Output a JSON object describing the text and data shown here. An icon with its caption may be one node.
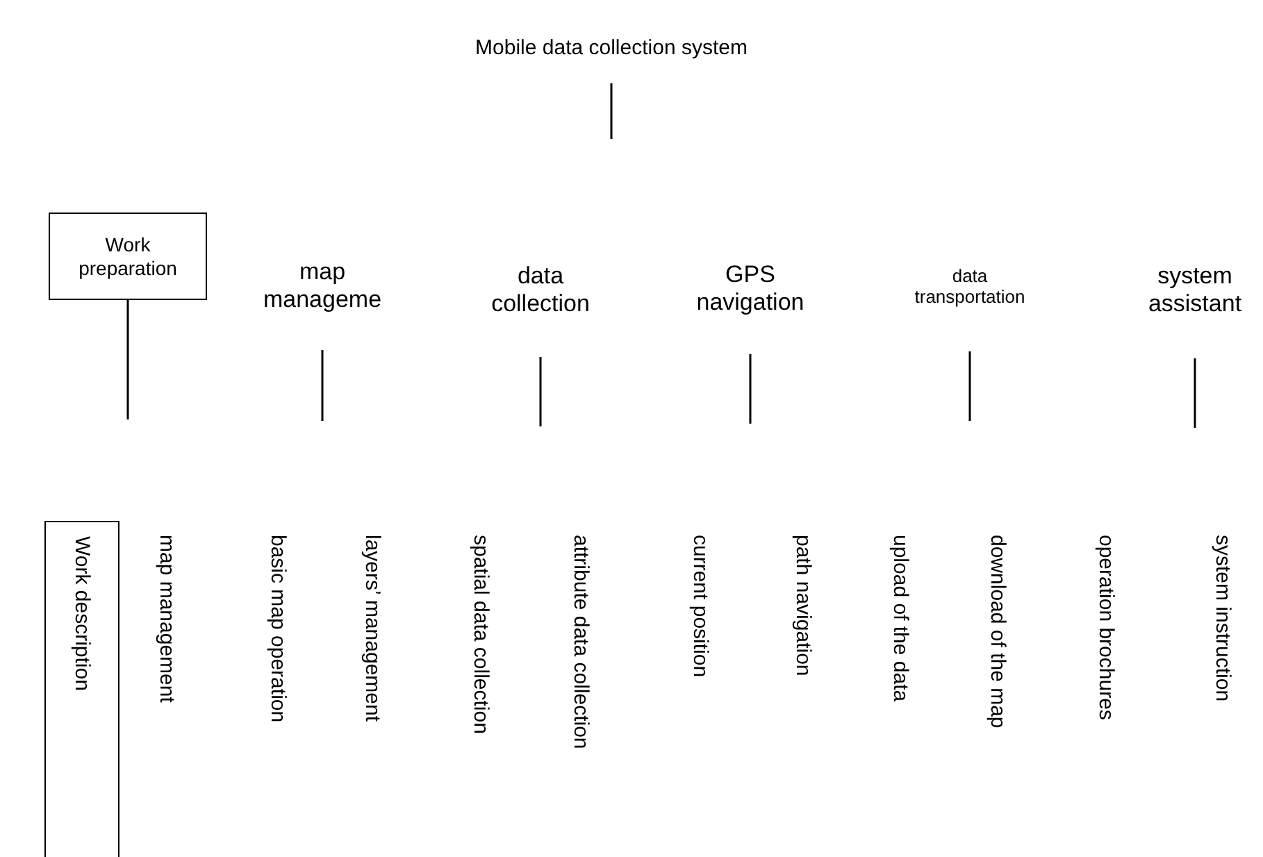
{
  "diagram": {
    "nodes": [
      {
        "text": [
          "Mobile data collection system"
        ]
      },
      {
        "text": [
          "Work preparation"
        ]
      },
      {
        "text": [
          "map manageme"
        ]
      },
      {
        "text": [
          "data collection"
        ]
      },
      {
        "text": [
          "GPS navigation"
        ]
      },
      {
        "text": [
          "data transportation"
        ]
      },
      {
        "text": [
          "system assistant"
        ]
      },
      {
        "text": [
          "Work description"
        ]
      },
      {
        "text": [
          "map management"
        ]
      },
      {
        "text": [
          "basic map operation"
        ]
      },
      {
        "text": [
          "layers’ management"
        ]
      },
      {
        "text": [
          "spatial data collection"
        ]
      },
      {
        "text": [
          "attribute data collection"
        ]
      },
      {
        "text": [
          "current position"
        ]
      },
      {
        "text": [
          "path navigation"
        ]
      },
      {
        "text": [
          "upload of the data"
        ]
      },
      {
        "text": [
          "download of the map"
        ]
      },
      {
        "text": [
          "operation brochures"
        ]
      },
      {
        "text": [
          "system instruction"
        ]
      }
    ],
    "edges": [
      {
        "from": 0,
        "to": null,
        "arrow": "none"
      },
      {
        "from": 1,
        "to": null,
        "arrow": "none"
      },
      {
        "from": 2,
        "to": null,
        "arrow": "none"
      },
      {
        "from": 3,
        "to": null,
        "arrow": "none"
      },
      {
        "from": 4,
        "to": null,
        "arrow": "none"
      },
      {
        "from": 5,
        "to": null,
        "arrow": "none"
      },
      {
        "from": 6,
        "to": null,
        "arrow": "none"
      }
    ]
  }
}
